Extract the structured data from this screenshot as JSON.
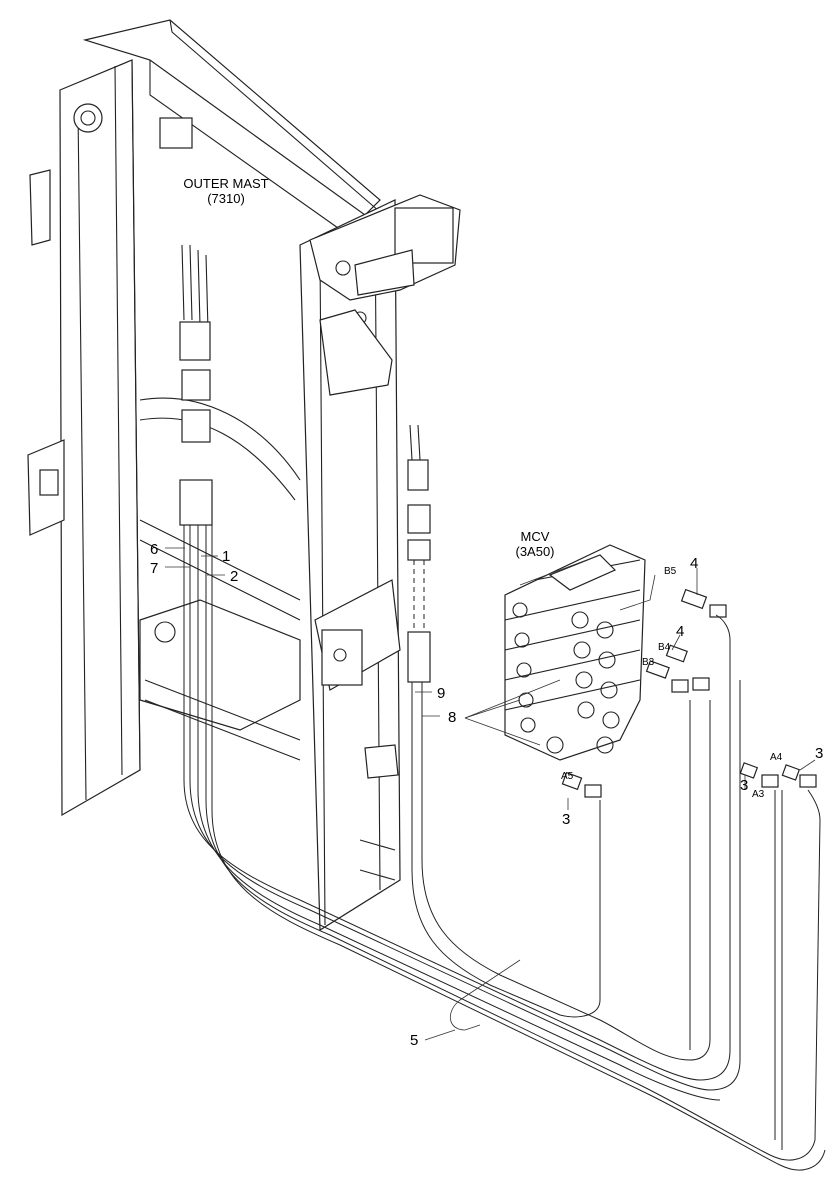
{
  "titles": {
    "outer_mast": "OUTER MAST",
    "outer_mast_code": "(7310)",
    "mcv": "MCV",
    "mcv_code": "(3A50)"
  },
  "callouts": {
    "n1": "1",
    "n2": "2",
    "n3a": "3",
    "n3b": "3",
    "n3c": "3",
    "n4a": "4",
    "n4b": "4",
    "n5": "5",
    "n6": "6",
    "n7": "7",
    "n8": "8",
    "n9": "9"
  },
  "ports": {
    "a3": "A3",
    "a4": "A4",
    "a5": "A5",
    "b3": "B3",
    "b4": "B4",
    "b5": "B5"
  }
}
